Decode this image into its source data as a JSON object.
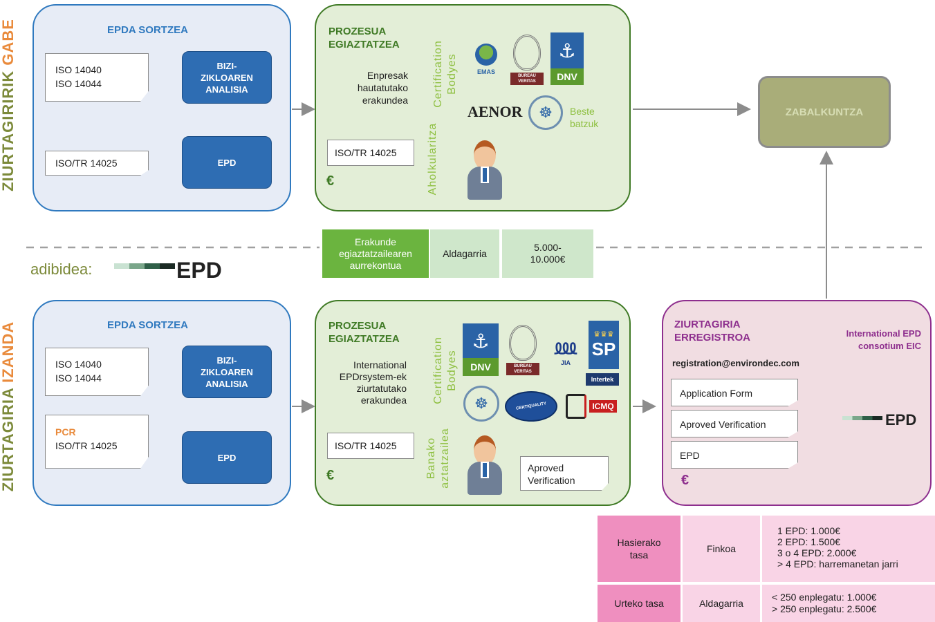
{
  "side_labels": {
    "top": {
      "main": "ZIURTAGIRIRIK ",
      "accent": "GABE"
    },
    "bottom": {
      "main": "ZIURTAGIRIA ",
      "accent": "IZANDA"
    }
  },
  "colors": {
    "orange": "#e98a3b",
    "olive": "#7c8a3a",
    "blue": "#2f79bf",
    "green": "#3f7a25",
    "purple": "#8e2f8e"
  },
  "top": {
    "epda_title": "EPDA SORTZEA",
    "iso_a": "ISO 14040",
    "iso_b": "ISO 14044",
    "lca_label": "BIZI-\nZIKLOAREN\nANALISIA",
    "iso_tr": "ISO/TR 14025",
    "epd_label": "EPD",
    "prozesua_title": "PROZESUA\nEGIAZTATZEA",
    "company_text": "Enpresak\nhautatutako\nerakundea",
    "iso_tr2": "ISO/TR 14025",
    "euro": "€",
    "certification_label": "Certification\nBodyes",
    "aholkularitza_label": "Aholkularitza",
    "logos": [
      "EMAS",
      "BUREAU VERITAS",
      "DNV",
      "AENOR"
    ],
    "beste": "Beste\nbatzuk",
    "zabalkuntza": "ZABALKUNTZA"
  },
  "example": {
    "adibidea": "adibidea:",
    "epd_logo": "EPD",
    "cell1": "Erakunde\negiaztatzailearen\naurrekontua",
    "cell2": "Aldagarria",
    "cell3": "5.000-\n10.000€"
  },
  "bottom": {
    "epda_title": "EPDA SORTZEA",
    "iso_a": "ISO 14040",
    "iso_b": "ISO 14044",
    "lca_label": "BIZI-\nZIKLOAREN\nANALISIA",
    "pcr": "PCR",
    "iso_tr": "ISO/TR 14025",
    "epd_label": "EPD",
    "prozesua_title": "PROZESUA\nEGIAZTATZEA",
    "company_text": "International\nEPDrsystem-ek\nziurtatutako\nerakundea",
    "iso_tr2": "ISO/TR 14025",
    "euro": "€",
    "certification_label": "Certification\nBodyes",
    "banako_label": "Banako\naztatzailea",
    "aproved": "Aproved\nVerification",
    "logos": [
      "DNV",
      "BUREAU VERITAS",
      "JIA",
      "SP",
      "Intertek",
      "CERTIQUALITY",
      "ICMQ"
    ],
    "registro_title": "ZIURTAGIRIA\nERREGISTROA",
    "registro_org": "International EPD\nconsotium EIC",
    "email": "registration@environdec.com",
    "forms": [
      "Application Form",
      "Aproved Verification",
      "EPD"
    ],
    "epd_logo": "EPD",
    "euro2": "€"
  },
  "fees": {
    "row1": {
      "label": "Hasierako\ntasa",
      "type": "Finkoa",
      "detail": "1 EPD: 1.000€\n2 EPD: 1.500€\n3 o 4 EPD: 2.000€\n> 4 EPD: harremanetan jarri"
    },
    "row2": {
      "label": "Urteko tasa",
      "type": "Aldagarria",
      "detail": "< 250 enplegatu: 1.000€\n> 250 enplegatu: 2.500€"
    }
  }
}
